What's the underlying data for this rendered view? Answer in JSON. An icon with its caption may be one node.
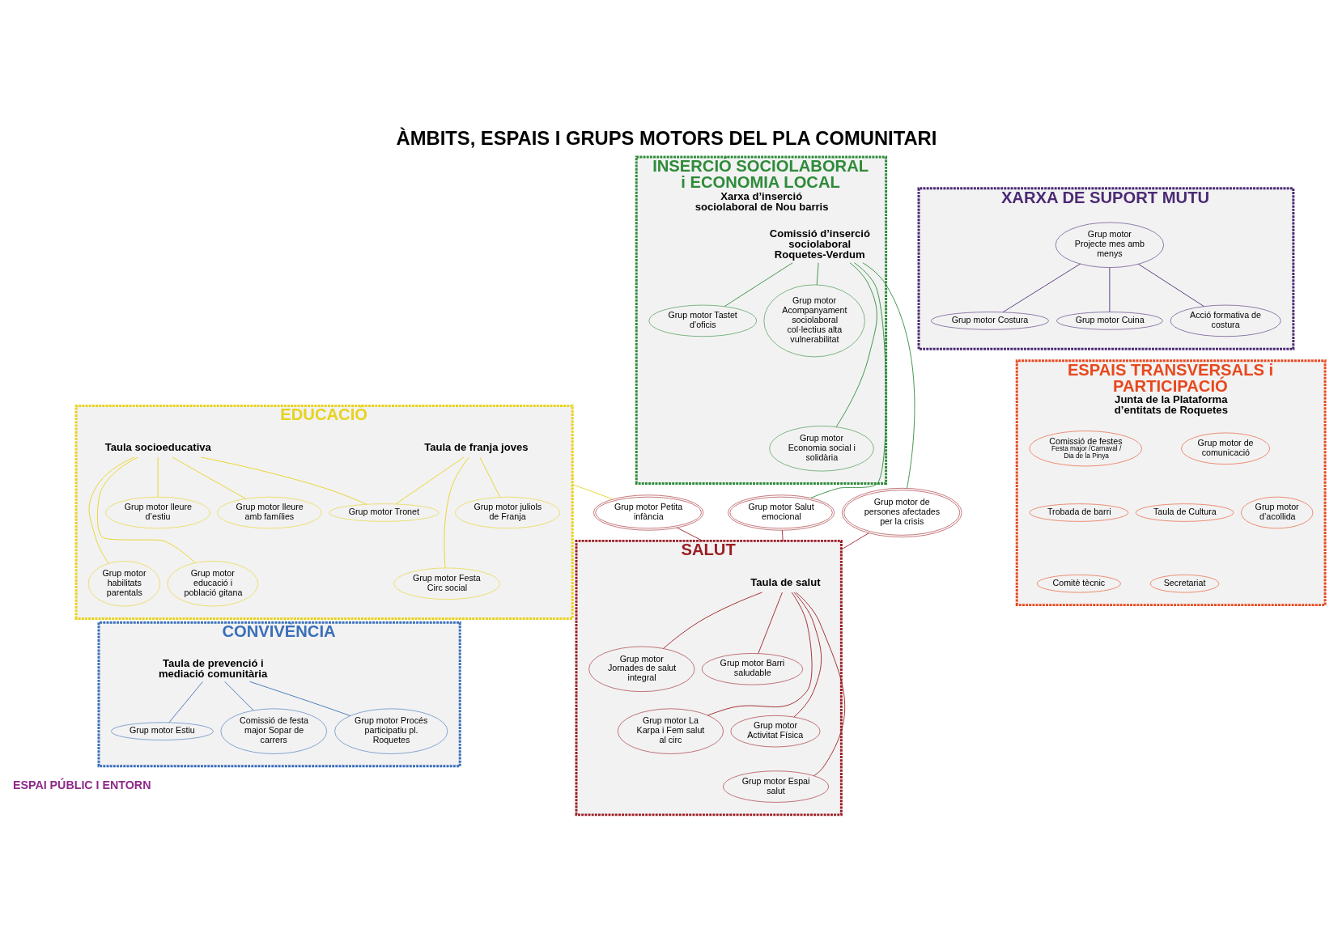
{
  "diagram": {
    "title": "ÀMBITS, ESPAIS I GRUPS MOTORS DEL PLA COMUNITARI",
    "nodes": [
      {
        "text": [
          "EDUCACIÓ"
        ]
      },
      {
        "text": [
          "Taula de franja joves"
        ],
        "in": 0
      },
      {
        "text": [
          "Taula socioeducativa"
        ],
        "in": 0
      },
      {
        "text": [
          "Grup motor juliols de Franja"
        ],
        "in": 0
      },
      {
        "text": [
          "Grup motor Festa Circ social"
        ],
        "in": 0
      },
      {
        "text": [
          "Grup motor Tronet"
        ],
        "in": 0
      },
      {
        "text": [
          "Grup motor lleure d’estiu"
        ],
        "in": 0
      },
      {
        "text": [
          "Grup motor lleure amb famílies"
        ],
        "in": 0
      },
      {
        "text": [
          "Grup motor educació i població gitana"
        ],
        "in": 0
      },
      {
        "text": [
          "Grup motor habilitats parentals"
        ],
        "in": 0
      },
      {
        "text": [
          "XARXA DE SUPORT MUTU"
        ]
      },
      {
        "text": [
          "Grup motor Projecte mes amb menys"
        ],
        "in": 10
      },
      {
        "text": [
          "Grup motor Costura"
        ],
        "in": 10
      },
      {
        "text": [
          "Grup motor Cuina"
        ],
        "in": 10
      },
      {
        "text": [
          "Acció formativa de costura"
        ],
        "in": 10
      },
      {
        "text": [
          "INSERCIÓ SOCIOLABORAL i ECONOMIA LOCAL",
          "Xarxa d’inserció sociolaboral de Nou barris"
        ]
      },
      {
        "text": [
          "Comissió d’inserció sociolaboral Roquetes-Verdum"
        ],
        "in": 15
      },
      {
        "text": [
          "Grup motor Tastet d’oficis"
        ],
        "in": 15
      },
      {
        "text": [
          "Grup motor Economia social i solidària"
        ],
        "in": 15
      },
      {
        "text": [
          "Grup motor Acompanyament sociolaboral col·lectius alta vulnerabilitat"
        ],
        "in": 15
      },
      {
        "text": [
          "Grup motor Petita infància"
        ]
      },
      {
        "text": [
          "Grup motor Salut emocional"
        ]
      },
      {
        "text": [
          "Grup motor de persones afectades per la crisis"
        ]
      },
      {
        "text": [
          "ESPAIS TRANSVERSALS i PARTICIPACIÓ",
          "Junta de la Plataforma d’entitats de Roquetes"
        ]
      },
      {
        "text": [
          "Grup motor de comunicació"
        ],
        "in": 23
      },
      {
        "text": [
          "Comissió de festes",
          "Festa major /Carnaval / Dia de la Pinya"
        ],
        "in": 23
      },
      {
        "text": [
          "Taula de Cultura"
        ],
        "in": 23
      },
      {
        "text": [
          "Grup motor d’acollida"
        ],
        "in": 23
      },
      {
        "text": [
          "Trobada de barri"
        ],
        "in": 23
      },
      {
        "text": [
          "Secretariat"
        ],
        "in": 23
      },
      {
        "text": [
          "Comitè tècnic"
        ],
        "in": 23
      },
      {
        "text": [
          "CONVIVÈNCIA"
        ]
      },
      {
        "text": [
          "Taula de prevenció i mediació comunitària"
        ],
        "in": 31
      },
      {
        "text": [
          "Grup motor Estiu"
        ],
        "in": 31
      },
      {
        "text": [
          "Comissió de festa major Sopar de carrers"
        ],
        "in": 31
      },
      {
        "text": [
          "Grup motor Procés participatiu pl. Roquetes"
        ],
        "in": 31
      },
      {
        "text": [
          "SALUT"
        ]
      },
      {
        "text": [
          "Taula de salut"
        ],
        "in": 36
      },
      {
        "text": [
          "Grup motor Jornades de salut integral"
        ],
        "in": 36
      },
      {
        "text": [
          "Grup motor Barri saludable"
        ],
        "in": 36
      },
      {
        "text": [
          "Grup motor La Karpa i Fem salut al circ"
        ],
        "in": 36
      },
      {
        "text": [
          "Grup motor Activitat Física"
        ],
        "in": 36
      },
      {
        "text": [
          "Grup motor Espai salut"
        ],
        "in": 36
      }
    ],
    "edges": [
      {
        "from": 1,
        "to": 3,
        "arrow": "none"
      },
      {
        "from": 1,
        "to": 4,
        "arrow": "none"
      },
      {
        "from": 1,
        "to": 5,
        "arrow": "none"
      },
      {
        "from": 2,
        "to": 5,
        "arrow": "none"
      },
      {
        "from": 2,
        "to": 6,
        "arrow": "none"
      },
      {
        "from": 2,
        "to": 8,
        "arrow": "none"
      },
      {
        "from": 2,
        "to": 7,
        "arrow": "none"
      },
      {
        "from": 2,
        "to": 9,
        "arrow": "none"
      },
      {
        "from": 0,
        "to": 20,
        "arrow": "none"
      },
      {
        "from": 11,
        "to": 12,
        "arrow": "none",
        "color": "#4b2a74"
      },
      {
        "from": 11,
        "to": 13,
        "arrow": "none",
        "color": "#4b2a74"
      },
      {
        "from": 11,
        "to": 14,
        "arrow": "none",
        "color": "#4b2a74"
      },
      {
        "from": 16,
        "to": 17,
        "arrow": "none",
        "color": "#2e8b3a"
      },
      {
        "from": 16,
        "to": 18,
        "arrow": "none",
        "color": "#2e8b3a"
      },
      {
        "from": 16,
        "to": 19,
        "arrow": "none",
        "color": "#2e8b3a"
      },
      {
        "from": 16,
        "to": 21,
        "arrow": "none",
        "color": "#2e8b3a"
      },
      {
        "from": 16,
        "to": 22,
        "arrow": "none",
        "color": "#2e8b3a"
      },
      {
        "from": 20,
        "to": 36,
        "arrow": "none",
        "color": "#9b1c24"
      },
      {
        "from": 21,
        "to": 36,
        "arrow": "none",
        "color": "#9b1c24"
      },
      {
        "from": 22,
        "to": 36,
        "arrow": "none",
        "color": "#9b1c24"
      },
      {
        "from": 32,
        "to": 33,
        "arrow": "none",
        "color": "#3a6fb8"
      },
      {
        "from": 32,
        "to": 34,
        "arrow": "none",
        "color": "#3a6fb8"
      },
      {
        "from": 32,
        "to": 35,
        "arrow": "none",
        "color": "#3a6fb8"
      },
      {
        "from": 37,
        "to": 38,
        "arrow": "none",
        "color": "#9b1c24"
      },
      {
        "from": 37,
        "to": 40,
        "arrow": "none",
        "color": "#9b1c24"
      },
      {
        "from": 37,
        "to": 42,
        "arrow": "none",
        "color": "#9b1c24"
      },
      {
        "from": 37,
        "to": 41,
        "arrow": "none",
        "color": "#9b1c24"
      },
      {
        "from": 37,
        "to": 39,
        "arrow": "none",
        "color": "#9b1c24"
      }
    ],
    "labels": [
      "ESPAI PÚBLIC I ENTORN"
    ]
  }
}
